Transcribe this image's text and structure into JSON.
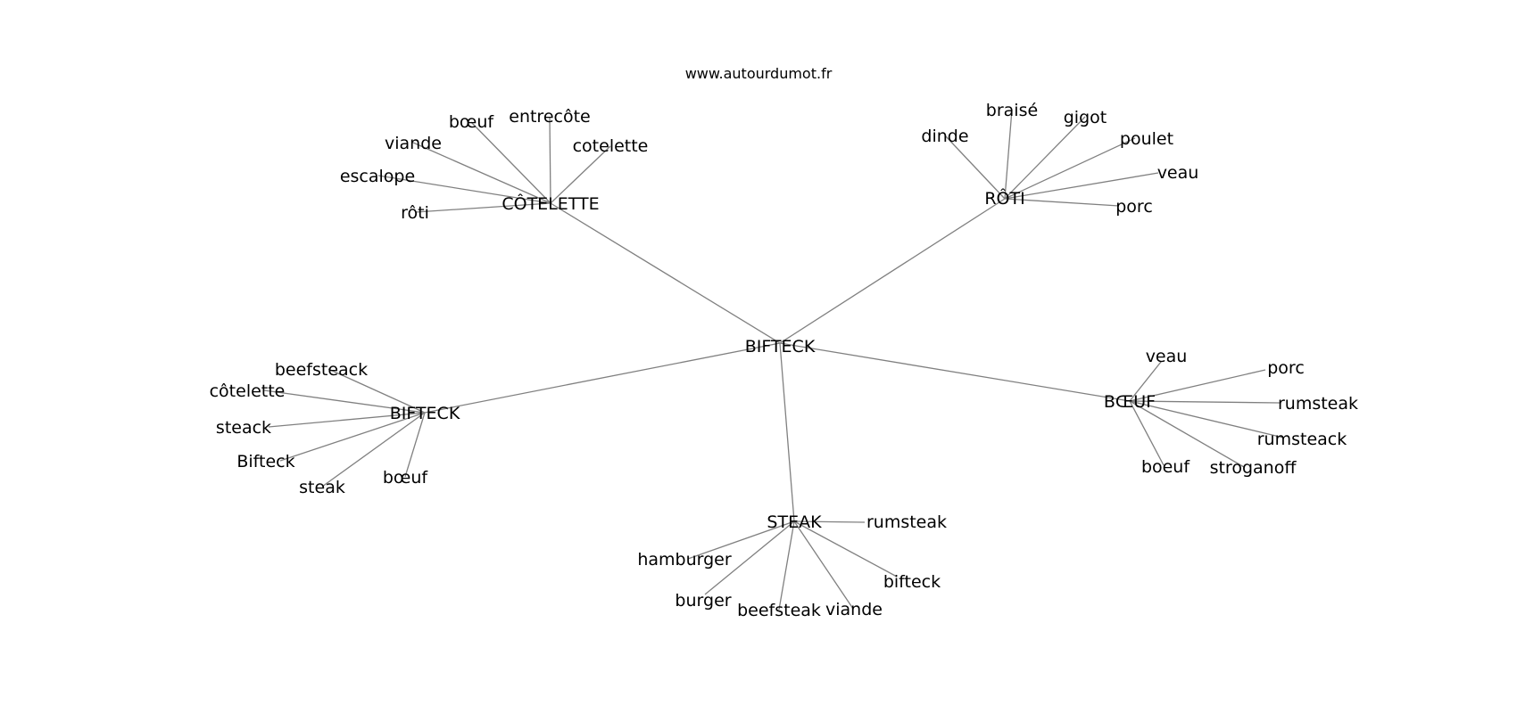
{
  "site": "www.autourdumot.fr",
  "colors": {
    "edge": "#808080",
    "text": "#000000",
    "background": "#ffffff"
  },
  "center": {
    "label": "BIFTECK"
  },
  "hubs": [
    {
      "id": "cotelette",
      "label": "CÔTELETTE",
      "leaves": [
        "bœuf",
        "entrecôte",
        "viande",
        "cotelette",
        "escalope",
        "rôti"
      ]
    },
    {
      "id": "roti",
      "label": "RÔTI",
      "leaves": [
        "braisé",
        "gigot",
        "dinde",
        "poulet",
        "veau",
        "porc"
      ]
    },
    {
      "id": "bifteck",
      "label": "BIFTECK",
      "leaves": [
        "beefsteack",
        "côtelette",
        "steack",
        "Bifteck",
        "steak",
        "bœuf"
      ]
    },
    {
      "id": "boeuf",
      "label": "BŒUF",
      "leaves": [
        "veau",
        "porc",
        "rumsteak",
        "rumsteack",
        "boeuf",
        "stroganoff"
      ]
    },
    {
      "id": "steak",
      "label": "STEAK",
      "leaves": [
        "rumsteak",
        "hamburger",
        "bifteck",
        "burger",
        "beefsteak",
        "viande"
      ]
    }
  ]
}
